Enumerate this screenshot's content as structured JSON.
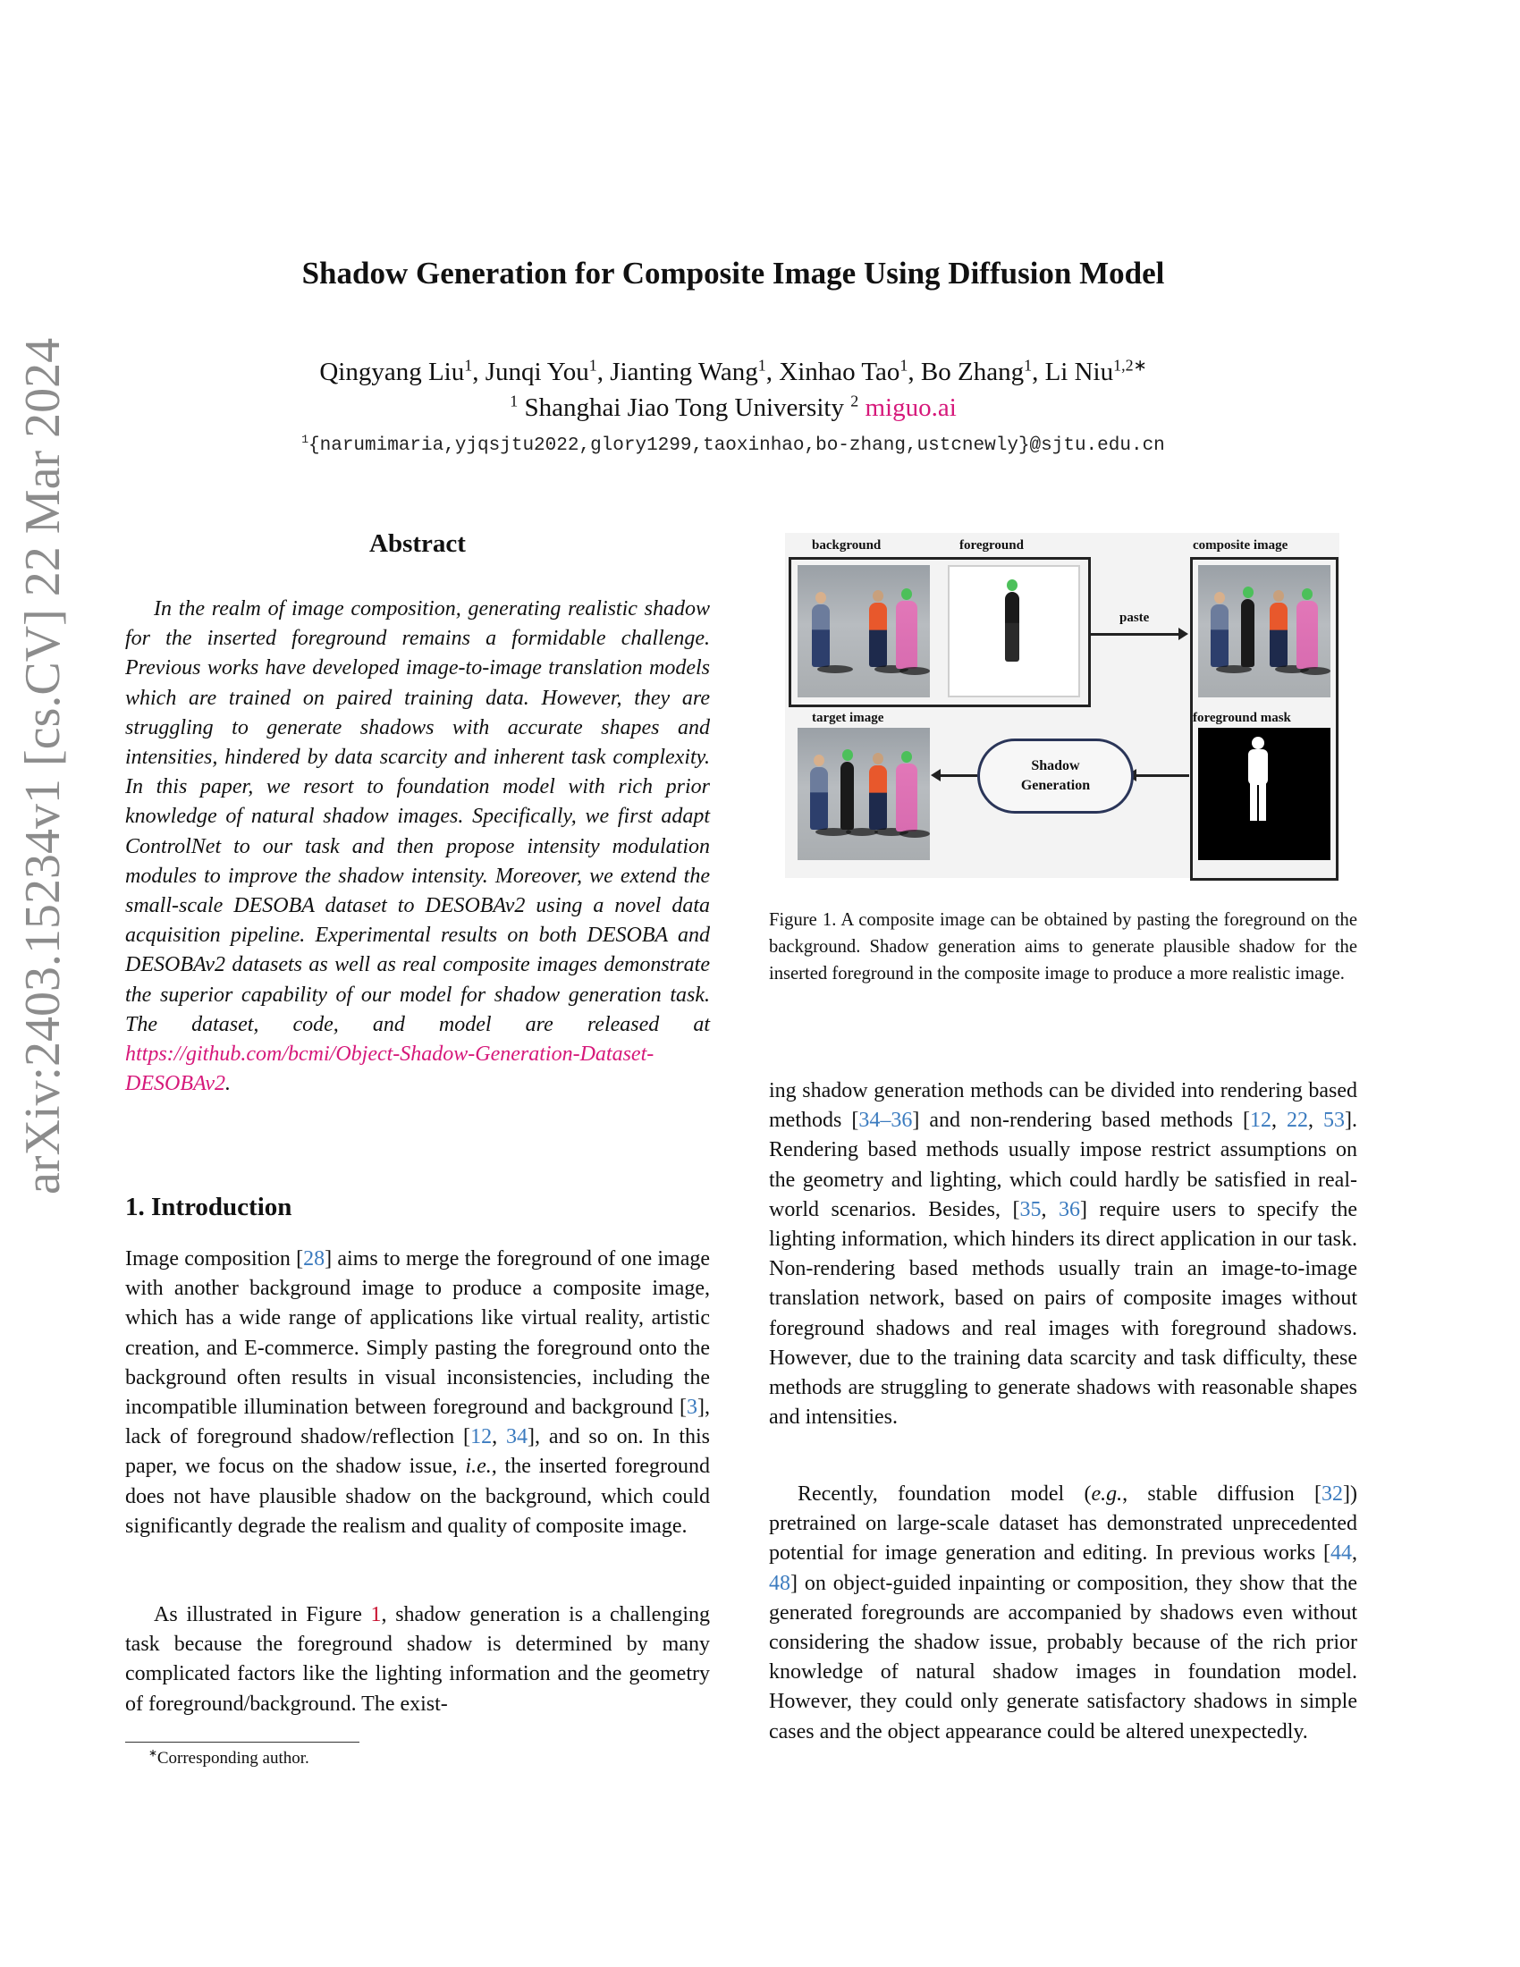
{
  "sidebar": {
    "arxiv_id": "arXiv:2403.15234v1  [cs.CV]  22 Mar 2024"
  },
  "header": {
    "title": "Shadow Generation for Composite Image Using Diffusion Model",
    "authors": [
      {
        "name": "Qingyang Liu",
        "sup": "1"
      },
      {
        "name": "Junqi You",
        "sup": "1"
      },
      {
        "name": "Jianting Wang",
        "sup": "1"
      },
      {
        "name": "Xinhao Tao",
        "sup": "1"
      },
      {
        "name": "Bo Zhang",
        "sup": "1"
      },
      {
        "name": "Li Niu",
        "sup": "1,2∗"
      }
    ],
    "affiliation_1_sup": "1",
    "affiliation_1": "Shanghai Jiao Tong University",
    "affiliation_2_sup": "2",
    "affiliation_2": "miguo.ai",
    "emails_sup": "1",
    "emails": "{narumimaria,yjqsjtu2022,glory1299,taoxinhao,bo-zhang,ustcnewly}@sjtu.edu.cn"
  },
  "abstract": {
    "heading": "Abstract",
    "body": "In the realm of image composition, generating realistic shadow for the inserted foreground remains a formidable challenge. Previous works have developed image-to-image translation models which are trained on paired training data. However, they are struggling to generate shadows with accurate shapes and intensities, hindered by data scarcity and inherent task complexity. In this paper, we resort to foundation model with rich prior knowledge of natural shadow images. Specifically, we first adapt ControlNet to our task and then propose intensity modulation modules to improve the shadow intensity. Moreover, we extend the small-scale DESOBA dataset to DESOBAv2 using a novel data acquisition pipeline. Experimental results on both DESOBA and DESOBAv2 datasets as well as real composite images demonstrate the superior capability of our model for shadow generation task. The dataset, code, and model are released at ",
    "link": "https://github.com/bcmi/Object-Shadow-Generation-Dataset-DESOBAv2",
    "end": "."
  },
  "intro": {
    "heading": "1. Introduction",
    "p1": [
      "Image composition [",
      "28",
      "] aims to merge the foreground of one image with another background image to produce a composite image, which has a wide range of applications like virtual reality, artistic creation, and E-commerce. Simply pasting the foreground onto the background often results in visual inconsistencies, including the incompatible illumination between foreground and background [",
      "3",
      "], lack of foreground shadow/reflection [",
      "12",
      ", ",
      "34",
      "], and so on. In this paper, we focus on the shadow issue, ",
      "i.e.",
      ", the inserted foreground does not have plausible shadow on the background, which could significantly degrade the realism and quality of composite image."
    ],
    "p2": [
      "As illustrated in Figure ",
      "1",
      ", shadow generation is a challenging task because the foreground shadow is determined by many complicated factors like the lighting information and the geometry of foreground/background. The exist-"
    ]
  },
  "footnote": {
    "mark": "∗",
    "text": "Corresponding author."
  },
  "figure": {
    "labels": {
      "background": "background",
      "foreground": "foreground",
      "composite": "composite image",
      "paste": "paste",
      "target": "target image",
      "mask": "foreground mask",
      "shadow_gen_line1": "Shadow",
      "shadow_gen_line2": "Generation"
    },
    "caption": "Figure 1. A composite image can be obtained by pasting the foreground on the background. Shadow generation aims to generate plausible shadow for the inserted foreground in the composite image to produce a more realistic image."
  },
  "right": {
    "p1": [
      "ing shadow generation methods can be divided into rendering based methods [",
      "34–36",
      "] and non-rendering based methods [",
      "12",
      ", ",
      "22",
      ", ",
      "53",
      "]. Rendering based methods usually impose restrict assumptions on the geometry and lighting, which could hardly be satisfied in real-world scenarios. Besides, [",
      "35",
      ", ",
      "36",
      "] require users to specify the lighting information, which hinders its direct application in our task. Non-rendering based methods usually train an image-to-image translation network, based on pairs of composite images without foreground shadows and real images with foreground shadows. However, due to the training data scarcity and task difficulty, these methods are struggling to generate shadows with reasonable shapes and intensities."
    ],
    "p2": [
      "Recently, foundation model (",
      "e.g.",
      ", stable diffusion [",
      "32",
      "]) pretrained on large-scale dataset has demonstrated unprecedented potential for image generation and editing. In previous works [",
      "44",
      ", ",
      "48",
      "] on object-guided inpainting or composition, they show that the generated foregrounds are accompanied by shadows even without considering the shadow issue, probably because of the rich prior knowledge of natural shadow images in foundation model. However, they could only generate satisfactory shadows in simple cases and the object appearance could be altered unexpectedly."
    ]
  },
  "colors": {
    "citation": "#3b7bbf",
    "link": "#d6187a",
    "stamp": "#8c8c8c"
  }
}
